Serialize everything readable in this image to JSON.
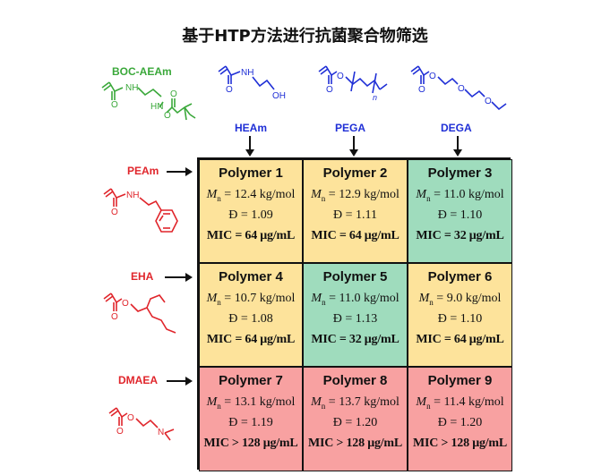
{
  "title": "基于HTP方法进行抗菌聚合物筛选",
  "boc_label": "BOC-AEAm",
  "columns": [
    {
      "label": "HEAm"
    },
    {
      "label": "PEGA"
    },
    {
      "label": "DEGA"
    }
  ],
  "rows": [
    {
      "label": "PEAm"
    },
    {
      "label": "EHA"
    },
    {
      "label": "DMAEA"
    }
  ],
  "atoms": {
    "nh": "NH",
    "hn": "HN",
    "o": "O",
    "oh": "OH",
    "n": "N",
    "sub_n": "n"
  },
  "mn_symbol": "M",
  "mn_sub": "n",
  "cells": [
    {
      "name": "Polymer 1",
      "mn": " = 12.4 kg/mol",
      "d": "Đ = 1.09",
      "mic": "MIC = 64 μg/mL",
      "color": "#fde39b"
    },
    {
      "name": "Polymer 2",
      "mn": " = 12.9 kg/mol",
      "d": "Đ = 1.11",
      "mic": "MIC = 64 μg/mL",
      "color": "#fde39b"
    },
    {
      "name": "Polymer 3",
      "mn": " = 11.0 kg/mol",
      "d": "Đ = 1.10",
      "mic": "MIC = 32 μg/mL",
      "color": "#9fdcbd"
    },
    {
      "name": "Polymer 4",
      "mn": " = 10.7 kg/mol",
      "d": "Đ = 1.08",
      "mic": "MIC = 64 μg/mL",
      "color": "#fde39b"
    },
    {
      "name": "Polymer 5",
      "mn": " = 11.0 kg/mol",
      "d": "Đ = 1.13",
      "mic": "MIC = 32 μg/mL",
      "color": "#9fdcbd"
    },
    {
      "name": "Polymer 6",
      "mn": " = 9.0 kg/mol",
      "d": "Đ = 1.10",
      "mic": "MIC = 64 μg/mL",
      "color": "#fde39b"
    },
    {
      "name": "Polymer 7",
      "mn": " = 13.1 kg/mol",
      "d": "Đ = 1.19",
      "mic": "MIC > 128 μg/mL",
      "color": "#f8a1a1"
    },
    {
      "name": "Polymer 8",
      "mn": " = 13.7 kg/mol",
      "d": "Đ = 1.20",
      "mic": "MIC > 128 μg/mL",
      "color": "#f8a1a1"
    },
    {
      "name": "Polymer 9",
      "mn": " = 11.4 kg/mol",
      "d": "Đ = 1.20",
      "mic": "MIC > 128 μg/mL",
      "color": "#f8a1a1"
    }
  ],
  "colors": {
    "green": "#3aa83a",
    "blue": "#1f2fd6",
    "red": "#e0252b",
    "yellow_cell": "#fde39b",
    "green_cell": "#9fdcbd",
    "red_cell": "#f8a1a1"
  }
}
